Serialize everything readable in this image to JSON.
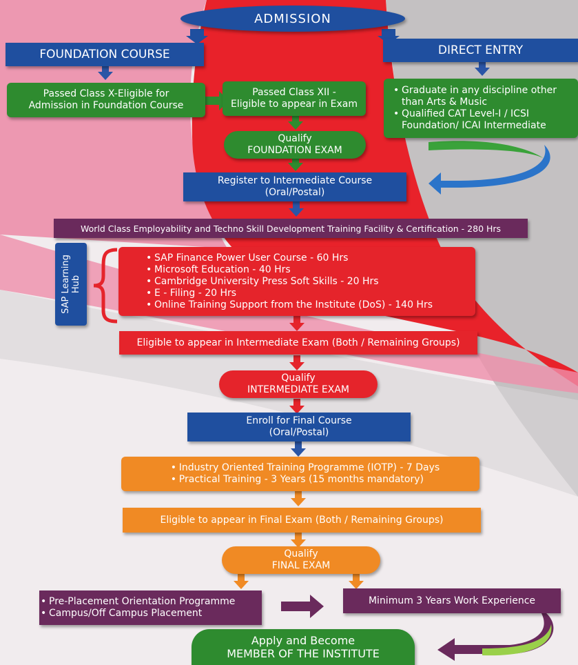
{
  "admission": "ADMISSION",
  "foundation_course": "FOUNDATION COURSE",
  "direct_entry": "DIRECT ENTRY",
  "passed_x": [
    "Passed Class X-Eligible for",
    "Admission in Foundation Course"
  ],
  "passed_xii": [
    "Passed Class XII -",
    "Eligible to appear in Exam"
  ],
  "direct_entry_items": [
    "Graduate in any discipline other than Arts & Music",
    "Qualified CAT Level-I / ICSI Foundation/ ICAI Intermediate"
  ],
  "qualify_foundation": [
    "Qualify",
    "FOUNDATION EXAM"
  ],
  "register_intermediate": [
    "Register to Intermediate Course",
    "(Oral/Postal)"
  ],
  "world_class": "World Class Employability and Techno Skill Development Training Facility & Certification - 280 Hrs",
  "sap_hub": "SAP Learning Hub",
  "training_items": [
    "SAP Finance Power User Course - 60 Hrs",
    "Microsoft Education - 40 Hrs",
    "Cambridge University Press Soft Skills - 20 Hrs",
    "E - Filing - 20 Hrs",
    "Online Training Support from the Institute (DoS) - 140 Hrs"
  ],
  "eligible_intermediate": "Eligible to appear in Intermediate Exam (Both / Remaining Groups)",
  "qualify_intermediate": [
    "Qualify",
    "INTERMEDIATE EXAM"
  ],
  "enroll_final": [
    "Enroll for Final Course",
    "(Oral/Postal)"
  ],
  "final_training_items": [
    "Industry Oriented Training Programme (IOTP) - 7 Days",
    "Practical Training - 3 Years (15 months mandatory)"
  ],
  "eligible_final": "Eligible to appear in Final Exam (Both / Remaining Groups)",
  "qualify_final": [
    "Qualify",
    "FINAL EXAM"
  ],
  "placement_items": [
    "Pre-Placement Orientation Programme",
    "Campus/Off Campus Placement"
  ],
  "min_experience": "Minimum 3 Years Work Experience",
  "apply_member": [
    "Apply and Become",
    "MEMBER OF THE INSTITUTE"
  ],
  "colors": {
    "blue": "#1f4f9f",
    "green": "#2e8b2f",
    "red": "#e5242b",
    "purple": "#6a2a5c",
    "orange": "#f08a24"
  }
}
